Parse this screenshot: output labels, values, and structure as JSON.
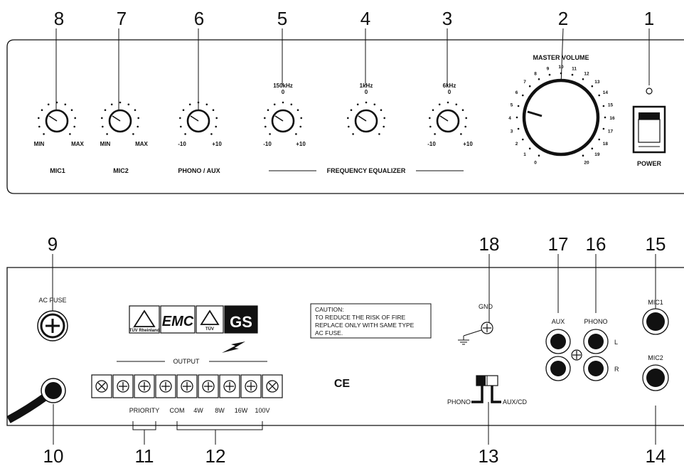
{
  "callouts": [
    "1",
    "2",
    "3",
    "4",
    "5",
    "6",
    "7",
    "8",
    "9",
    "10",
    "11",
    "12",
    "13",
    "14",
    "15",
    "16",
    "17",
    "18"
  ],
  "front_panel": {
    "mic1_label": "MIC1",
    "mic2_label": "MIC2",
    "phono_aux_label": "PHONO / AUX",
    "eq_label": "FREQUENCY EQUALIZER",
    "master_volume_label": "MASTER VOLUME",
    "power_label": "POWER",
    "min": "MIN",
    "max": "MAX",
    "minus10": "-10",
    "plus10": "+10",
    "zero": "0",
    "freq_150k": "150kHz",
    "freq_1k": "1kHz",
    "freq_6k": "6kHz",
    "volume_scale": [
      "0",
      "1",
      "2",
      "3",
      "4",
      "5",
      "6",
      "7",
      "8",
      "9",
      "10",
      "11",
      "12",
      "13",
      "14",
      "15",
      "16",
      "17",
      "18",
      "19",
      "20"
    ]
  },
  "rear_panel": {
    "ac_fuse": "AC FUSE",
    "gnd": "GND",
    "output": "OUTPUT",
    "caution": [
      "CAUTION:",
      "TO REDUCE THE RISK OF FIRE",
      "REPLACE ONLY WITH SAME TYPE",
      "AC FUSE."
    ],
    "terminals": [
      "PRIORITY",
      "COM",
      "4W",
      "8W",
      "16W",
      "100V"
    ],
    "aux": "AUX",
    "phono": "PHONO",
    "left": "L",
    "right": "R",
    "mic1": "MIC1",
    "mic2": "MIC2",
    "switch_phono": "PHONO",
    "switch_auxcd": "AUX/CD",
    "ce_mark": "CE",
    "cert_marks": [
      "TÜV Rheinland",
      "EMC",
      "TÜV",
      "GS"
    ]
  }
}
